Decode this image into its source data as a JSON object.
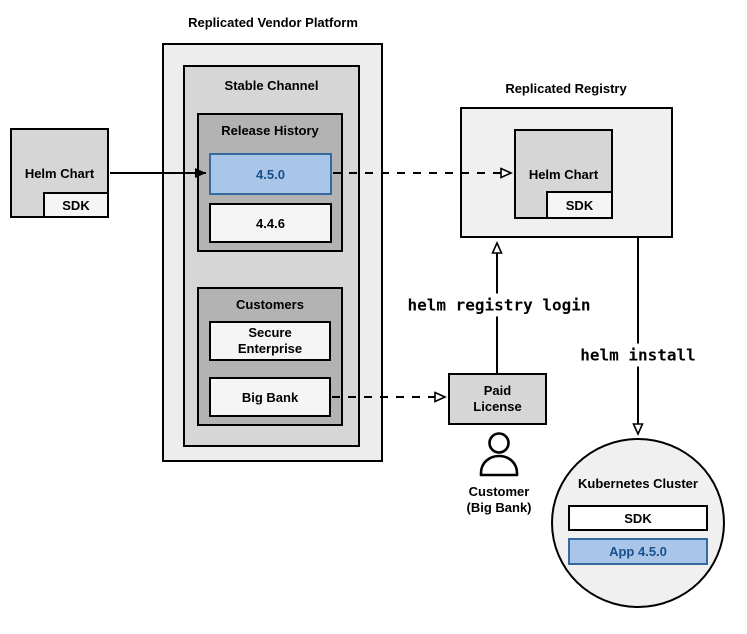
{
  "platform": {
    "title": "Replicated Vendor Platform",
    "stable_channel": {
      "title": "Stable Channel",
      "release_history": {
        "title": "Release History",
        "releases": [
          {
            "version": "4.5.0",
            "highlighted": true
          },
          {
            "version": "4.4.6",
            "highlighted": false
          }
        ]
      },
      "customers": {
        "title": "Customers",
        "items": [
          {
            "name": "Secure Enterprise"
          },
          {
            "name": "Big Bank"
          }
        ]
      }
    }
  },
  "source_chart": {
    "label": "Helm Chart",
    "sdk": "SDK"
  },
  "registry": {
    "title": "Replicated Registry",
    "helm_chart": "Helm Chart",
    "sdk": "SDK"
  },
  "license": {
    "line1": "Paid",
    "line2": "License"
  },
  "customer": {
    "line1": "Customer",
    "line2": "(Big Bank)"
  },
  "commands": {
    "registry_login": "helm registry login",
    "install": "helm install"
  },
  "kubernetes": {
    "title": "Kubernetes Cluster",
    "sdk": "SDK",
    "app": "App 4.5.0"
  },
  "colors": {
    "highlight_fill": "#A9C6E8",
    "highlight_stroke": "#36699E",
    "highlight_text": "#17508D"
  }
}
